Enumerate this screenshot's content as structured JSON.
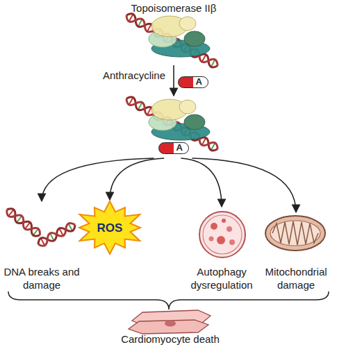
{
  "diagram": {
    "nodes": [
      {
        "text": [
          "Topoisomerase IIβ"
        ]
      },
      {
        "text": [
          "A"
        ]
      },
      {
        "text": [
          "DNA breaks and damage"
        ]
      },
      {
        "text": [
          "ROS"
        ]
      },
      {
        "text": [
          "Autophagy dysregulation"
        ]
      },
      {
        "text": [
          "Mitochondrial damage"
        ]
      },
      {
        "text": [
          "Cardiomyocyte death"
        ]
      }
    ],
    "edges": [
      {
        "from": 0,
        "to": 1,
        "arrow": "to",
        "label": "Anthracycline"
      },
      {
        "from": 1,
        "to": 2,
        "arrow": "to"
      },
      {
        "from": 1,
        "to": 3,
        "arrow": "to"
      },
      {
        "from": 1,
        "to": 4,
        "arrow": "to"
      },
      {
        "from": 1,
        "to": 5,
        "arrow": "to"
      }
    ],
    "labels": [
      "A"
    ]
  }
}
